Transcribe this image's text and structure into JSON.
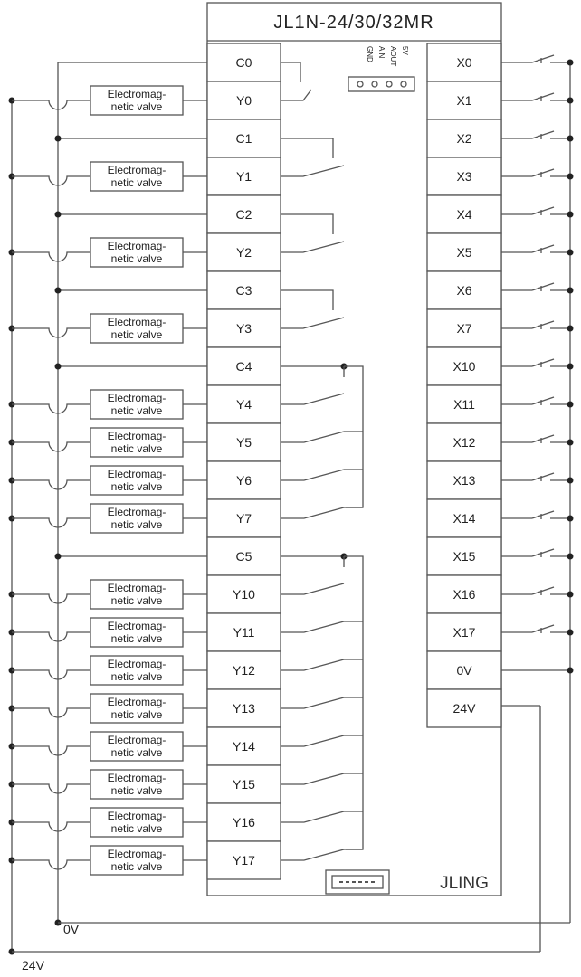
{
  "title": "JL1N-24/30/32MR",
  "brand": "JLING",
  "analog_pins": [
    "5V",
    "AOUT",
    "AIN",
    "GND"
  ],
  "valve_label": [
    "Electromag-",
    "netic valve"
  ],
  "left_terminals": [
    "C0",
    "Y0",
    "C1",
    "Y1",
    "C2",
    "Y2",
    "C3",
    "Y3",
    "C4",
    "Y4",
    "Y5",
    "Y6",
    "Y7",
    "C5",
    "Y10",
    "Y11",
    "Y12",
    "Y13",
    "Y14",
    "Y15",
    "Y16",
    "Y17"
  ],
  "right_terminals": [
    "X0",
    "X1",
    "X2",
    "X3",
    "X4",
    "X5",
    "X6",
    "X7",
    "X10",
    "X11",
    "X12",
    "X13",
    "X14",
    "X15",
    "X16",
    "X17",
    "0V",
    "24V"
  ],
  "rails": {
    "zero": "0V",
    "supply": "24V"
  },
  "colors": {
    "line": "#555555",
    "text": "#222222"
  }
}
